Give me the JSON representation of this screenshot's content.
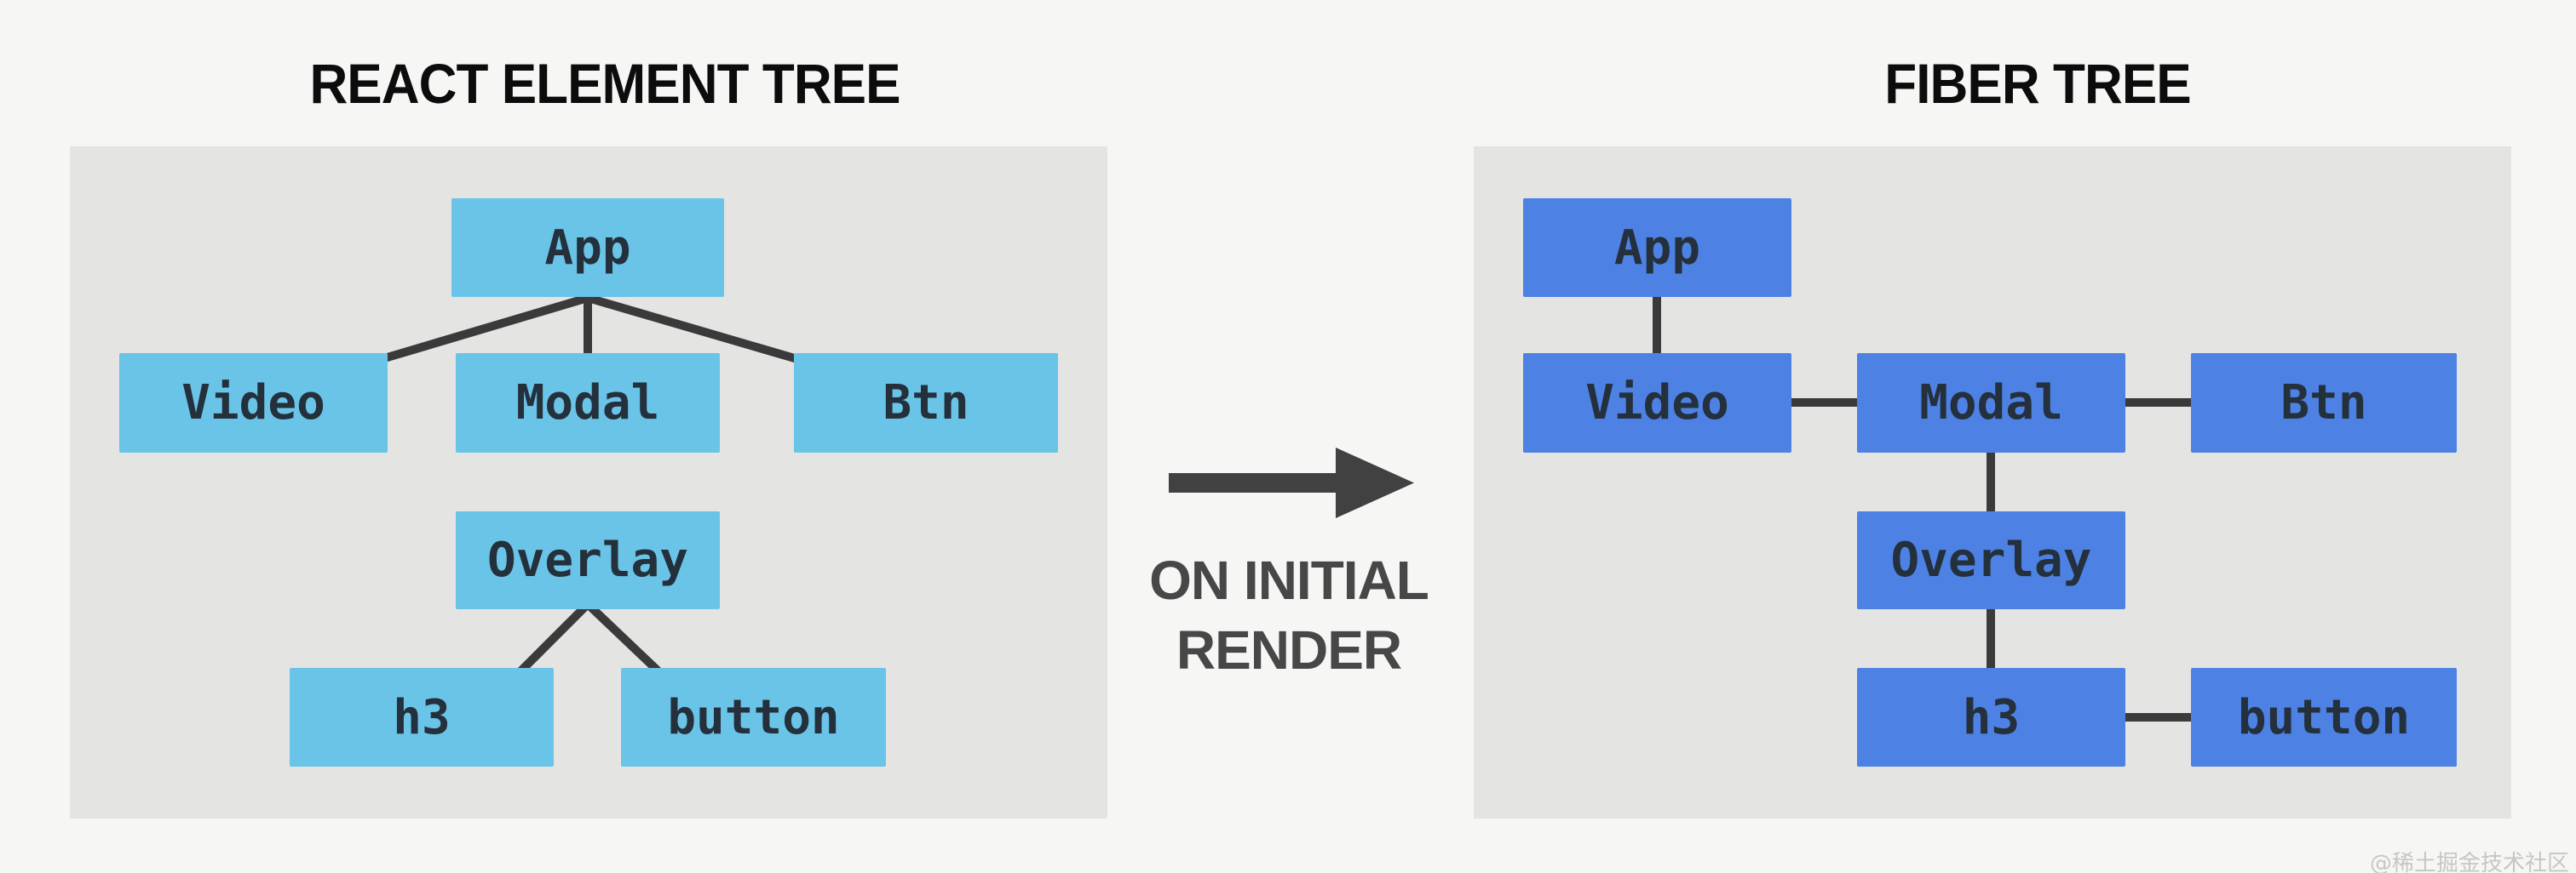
{
  "left_diagram": {
    "title": "REACT ELEMENT TREE",
    "nodes": [
      {
        "id": "app",
        "label": "App"
      },
      {
        "id": "video",
        "label": "Video"
      },
      {
        "id": "modal",
        "label": "Modal"
      },
      {
        "id": "btn",
        "label": "Btn"
      },
      {
        "id": "overlay",
        "label": "Overlay"
      },
      {
        "id": "h3",
        "label": "h3"
      },
      {
        "id": "button",
        "label": "button"
      }
    ],
    "edges": [
      {
        "from": "App",
        "to": "Video"
      },
      {
        "from": "App",
        "to": "Modal"
      },
      {
        "from": "App",
        "to": "Btn"
      },
      {
        "from": "Modal",
        "to": "Overlay"
      },
      {
        "from": "Overlay",
        "to": "h3"
      },
      {
        "from": "Overlay",
        "to": "button"
      }
    ]
  },
  "arrow": {
    "label_line1": "ON INITIAL",
    "label_line2": "RENDER"
  },
  "right_diagram": {
    "title": "FIBER TREE",
    "nodes": [
      {
        "id": "app",
        "label": "App"
      },
      {
        "id": "video",
        "label": "Video"
      },
      {
        "id": "modal",
        "label": "Modal"
      },
      {
        "id": "btn",
        "label": "Btn"
      },
      {
        "id": "overlay",
        "label": "Overlay"
      },
      {
        "id": "h3",
        "label": "h3"
      },
      {
        "id": "button",
        "label": "button"
      }
    ],
    "edges": [
      {
        "from": "App",
        "to": "Video",
        "type": "child"
      },
      {
        "from": "Video",
        "to": "Modal",
        "type": "sibling"
      },
      {
        "from": "Modal",
        "to": "Btn",
        "type": "sibling"
      },
      {
        "from": "Modal",
        "to": "Overlay",
        "type": "child"
      },
      {
        "from": "Overlay",
        "to": "h3",
        "type": "child"
      },
      {
        "from": "h3",
        "to": "button",
        "type": "sibling"
      }
    ]
  },
  "watermark": "@稀土掘金技术社区",
  "colors": {
    "left_node_fill": "#6ac4e7",
    "right_node_fill": "#4d82e4",
    "node_text": "#24303c",
    "connector": "#3a3a3a",
    "panel_bg": "#e4e4e2",
    "page_bg": "#f6f6f5",
    "title_text": "#0c0c0c",
    "arrow_color": "#414141",
    "caption_text": "#474747",
    "watermark_text": "#c6c6c6"
  }
}
